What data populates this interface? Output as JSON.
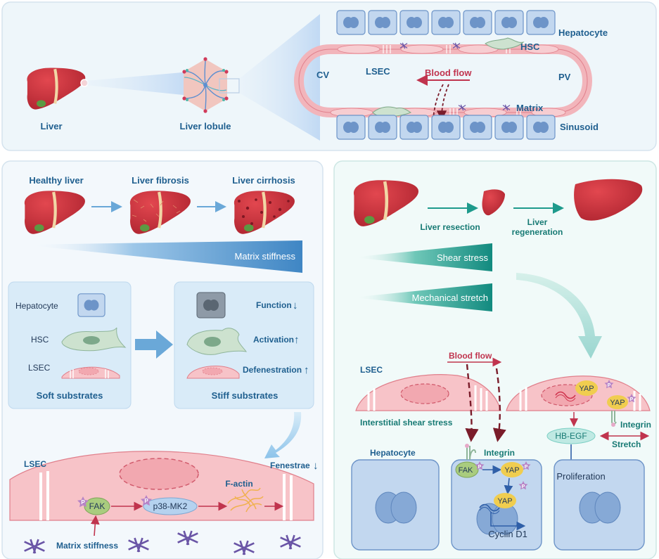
{
  "colors": {
    "panel_top": "#eef6fa",
    "panel_left": "#f3f8fc",
    "panel_right": "#f1faf9",
    "liver": "#c52f3a",
    "liver_dark": "#9b1f2b",
    "liver_band": "#f1d7a6",
    "gall": "#5c9a43",
    "hepatocyte": "#c2d7ef",
    "hepatocyte_nucleus": "#6d94c8",
    "lsec": "#f7c3c8",
    "hsc": "#cde2cf",
    "matrix": "#6a55a6",
    "blue_label": "#1f5f8f",
    "teal_label": "#177a74",
    "red_label": "#c0344e",
    "yap": "#f0cd4f",
    "fak": "#a9cc7e",
    "p38": "#b5d2ef",
    "phospho": "#b784c6"
  },
  "top": {
    "liver": "Liver",
    "lobule": "Liver lobule",
    "hepatocyte": "Hepatocyte",
    "hsc": "HSC",
    "cv": "CV",
    "lsec": "LSEC",
    "blood_flow": "Blood flow",
    "pv": "PV",
    "matrix": "Matrix",
    "sinusoid": "Sinusoid"
  },
  "left": {
    "healthy": "Healthy liver",
    "fibrosis": "Liver fibrosis",
    "cirrhosis": "Liver cirrhosis",
    "matrix_stiffness": "Matrix stiffness",
    "soft": {
      "hepatocyte": "Hepatocyte",
      "hsc": "HSC",
      "lsec": "LSEC",
      "title": "Soft substrates"
    },
    "stiff": {
      "function": "Function",
      "activation": "Activation",
      "defenestration": "Defenestration",
      "title": "Stiff substrates",
      "arrow_down": "↓",
      "arrow_up": "↑"
    },
    "lsec_cell": {
      "label": "LSEC",
      "fenestrae": "Fenestrae",
      "fenestrae_arrow": "↓",
      "fak": "FAK",
      "p38": "p38-MK2",
      "factin": "F-actin",
      "matrix_stiffness": "Matrix stiffness",
      "p": "P"
    }
  },
  "right": {
    "resection": "Liver resection",
    "regeneration_line1": "Liver",
    "regeneration_line2": "regeneration",
    "shear_stress": "Shear stress",
    "mechanical_stretch": "Mechanical stretch",
    "blood_flow": "Blood flow",
    "lsec": "LSEC",
    "interstitial": "Interstitial shear stress",
    "yap": "YAP",
    "p": "P",
    "integrin": "Integrin",
    "hbegf": "HB-EGF",
    "stretch": "Stretch",
    "hepatocyte": "Hepatocyte",
    "fak": "FAK",
    "proliferation": "Proliferation",
    "cyclin": "Cyclin D1"
  }
}
